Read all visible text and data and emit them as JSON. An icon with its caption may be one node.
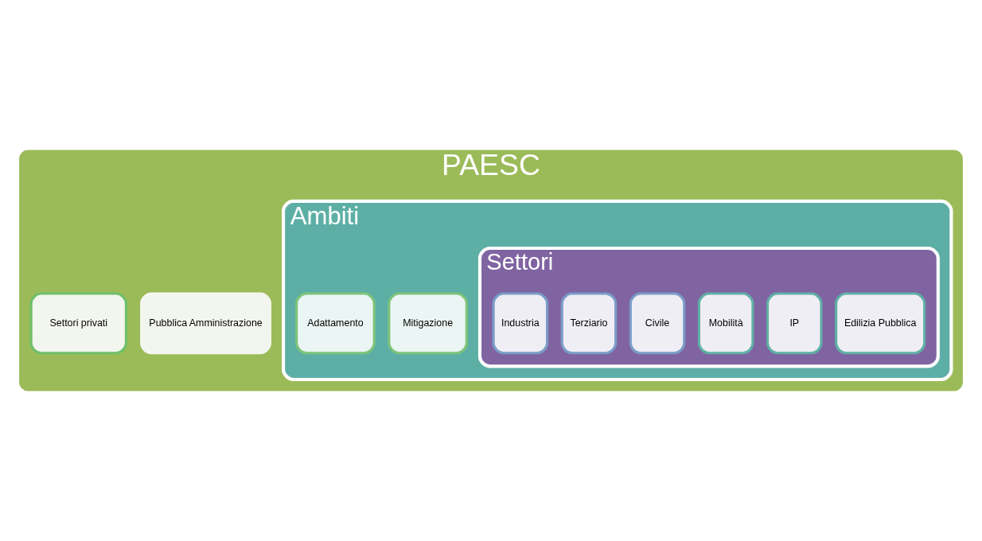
{
  "diagram": {
    "nodes": [
      {
        "text": [
          "PAESC"
        ]
      },
      {
        "text": [
          "Pubblica Amministrazione"
        ],
        "in": 0
      },
      {
        "text": [
          "Settori privati"
        ],
        "in": 0
      },
      {
        "text": [
          "Ambiti"
        ],
        "in": 0
      },
      {
        "text": [
          "Mitigazione"
        ],
        "in": 3
      },
      {
        "text": [
          "Adattamento"
        ],
        "in": 3
      },
      {
        "text": [
          "Settori"
        ],
        "in": 3
      },
      {
        "text": [
          "Edilizia Pubblica"
        ],
        "in": 6
      },
      {
        "text": [
          "IP"
        ],
        "in": 6
      },
      {
        "text": [
          "Mobilità"
        ],
        "in": 6
      },
      {
        "text": [
          "Civile"
        ],
        "in": 6
      },
      {
        "text": [
          "Terziario"
        ],
        "in": 6
      },
      {
        "text": [
          "Industria"
        ],
        "in": 6
      }
    ]
  }
}
